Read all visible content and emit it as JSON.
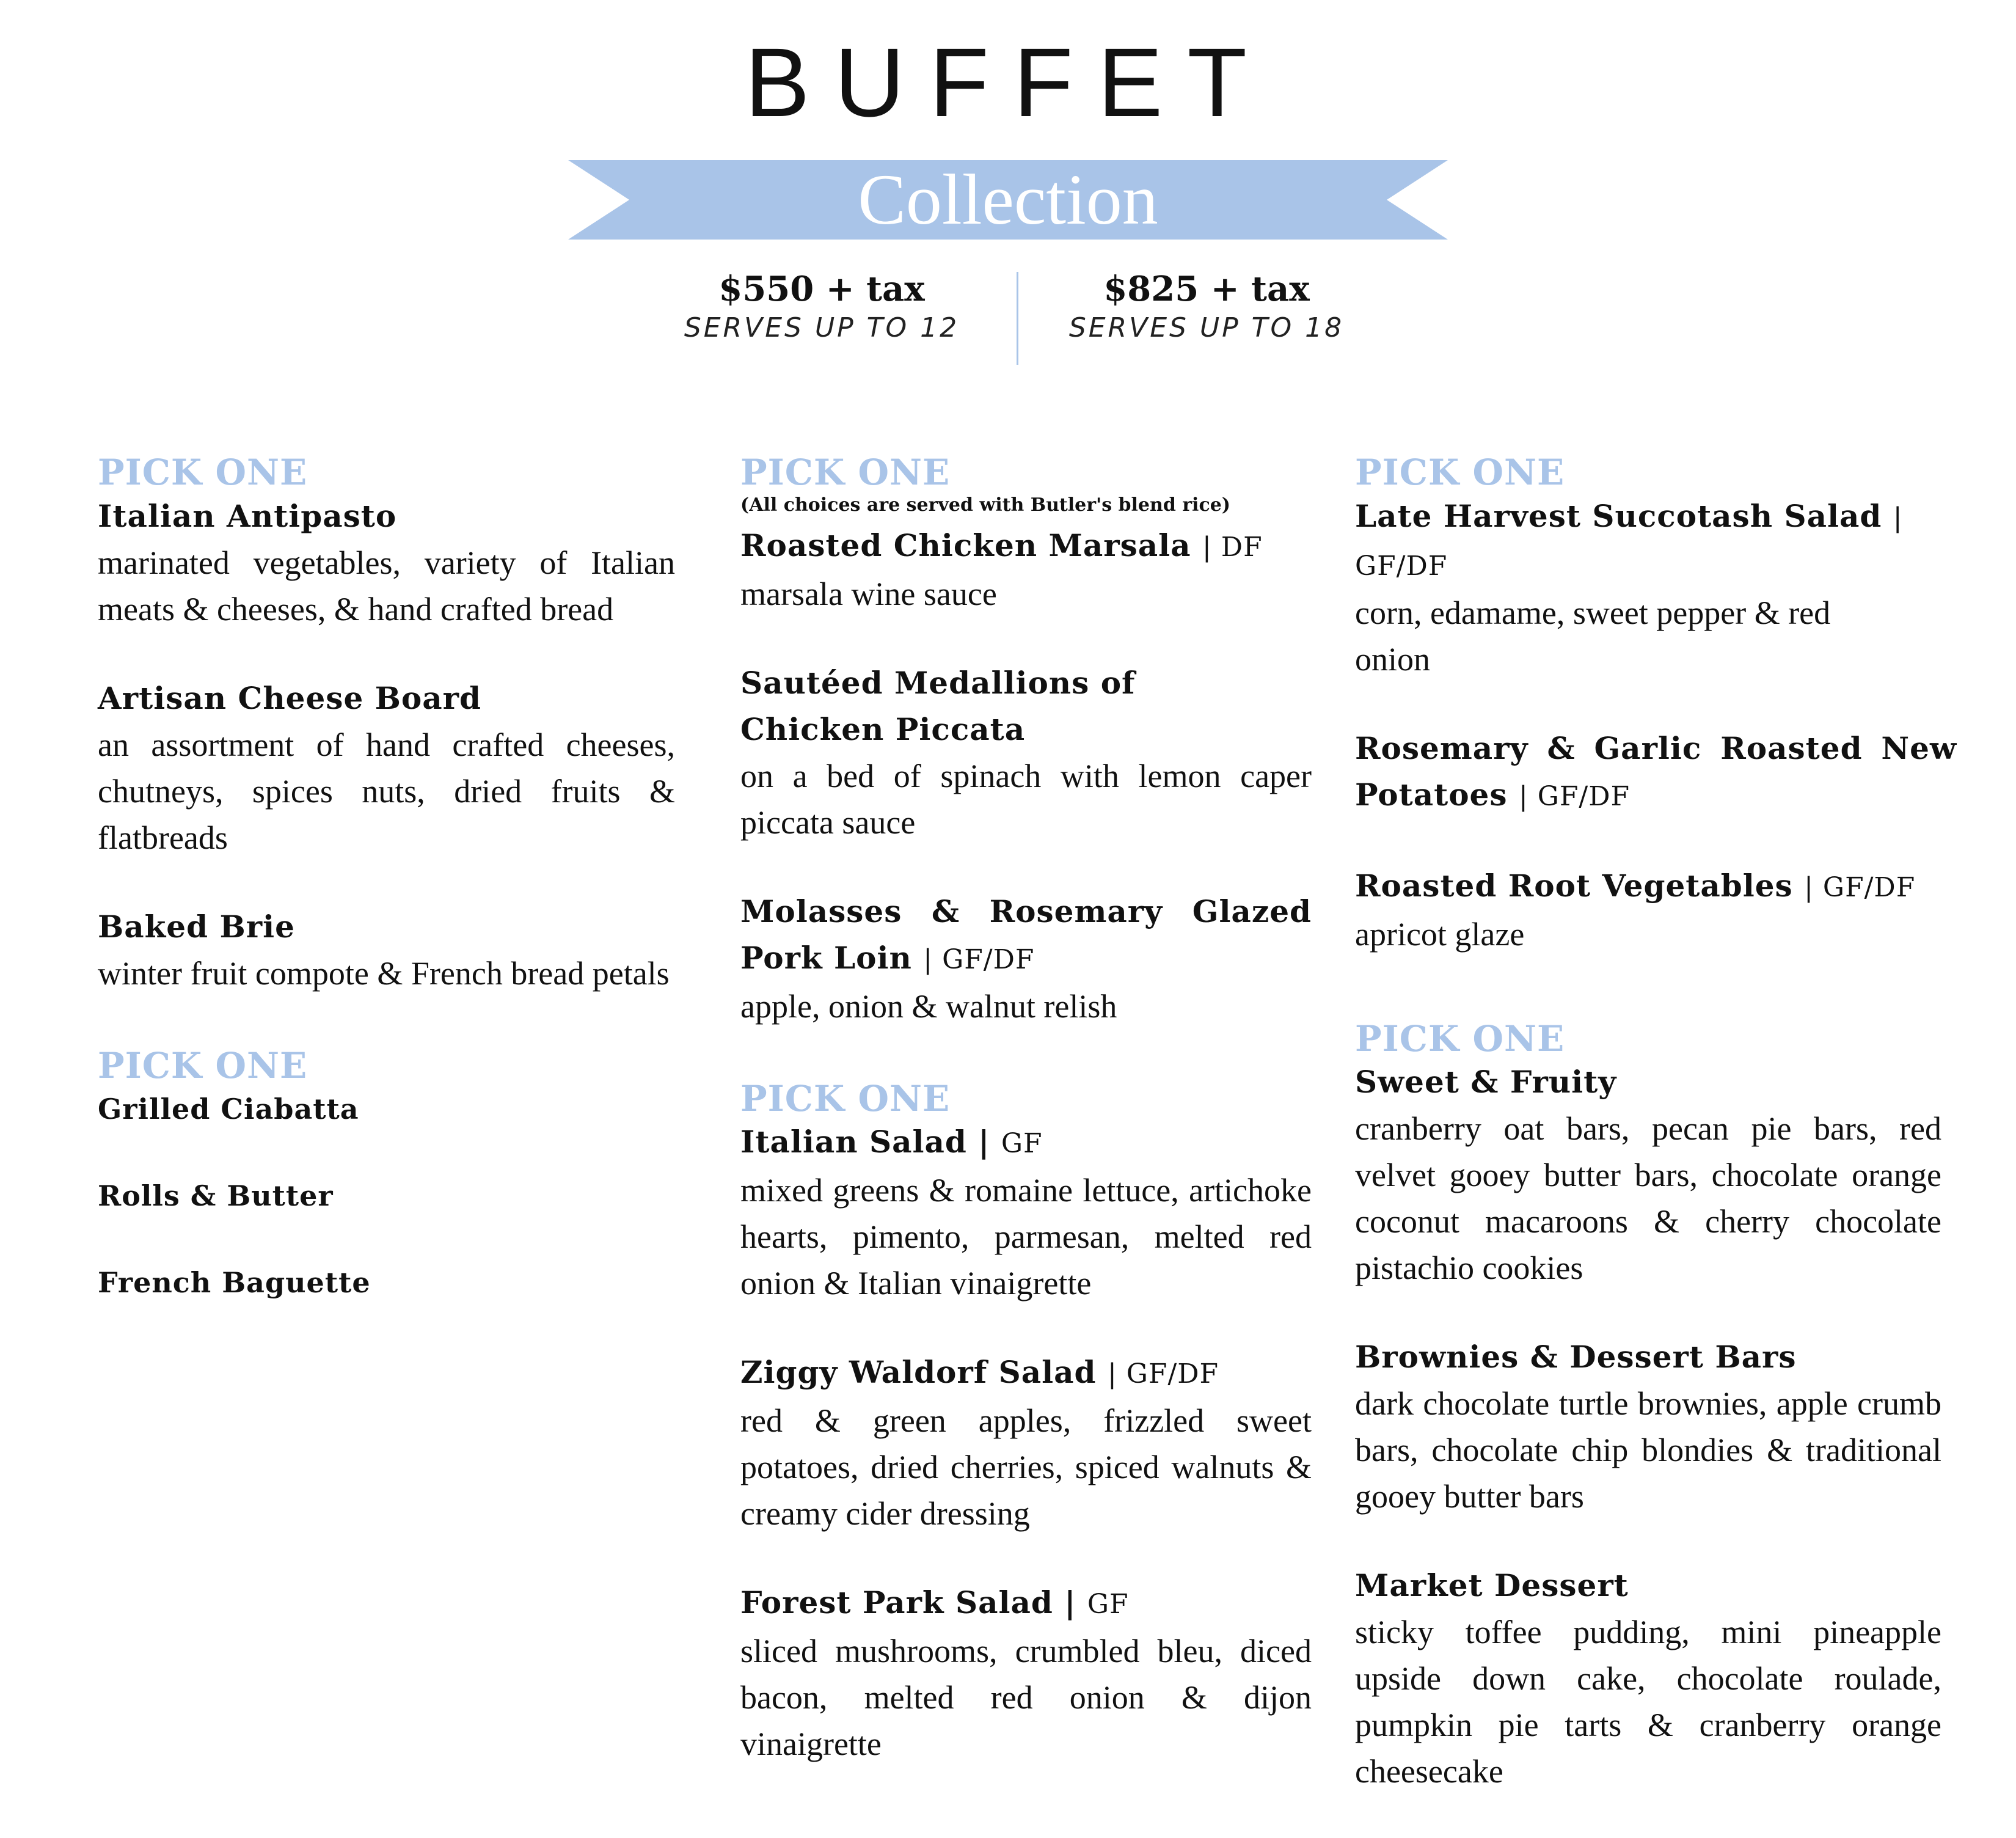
{
  "title": "BUFFET",
  "ribbon": {
    "label": "Collection",
    "color": "#a9c4e8"
  },
  "pricing": [
    {
      "price": "$550 + tax",
      "serves": "SERVES UP TO 12"
    },
    {
      "price": "$825 + tax",
      "serves": "SERVES UP TO 18"
    }
  ],
  "columns": {
    "col1": {
      "sections": [
        {
          "heading": "PICK ONE",
          "items": [
            {
              "name": "Italian Antipasto",
              "tag": "",
              "desc": "marinated vegetables, variety of Italian meats & cheeses, & hand crafted bread"
            },
            {
              "name": "Artisan Cheese Board",
              "tag": "",
              "desc": "an assortment of hand crafted cheeses, chutneys, spices nuts, dried fruits & flatbreads"
            },
            {
              "name": "Baked Brie",
              "tag": "",
              "desc": "winter fruit compote & French bread petals"
            }
          ]
        },
        {
          "heading": "PICK ONE",
          "simple_items": [
            "Grilled Ciabatta",
            "Rolls & Butter",
            "French Baguette"
          ]
        }
      ]
    },
    "col2": {
      "sections": [
        {
          "heading": "PICK ONE",
          "note": "(All choices are served with Butler's blend rice)",
          "items": [
            {
              "name": "Roasted Chicken Marsala",
              "tag": "| DF",
              "desc": "marsala wine sauce"
            },
            {
              "name": "Sautéed Medallions of Chicken Piccata",
              "tag": "",
              "desc": "on a bed of spinach with lemon caper piccata sauce"
            },
            {
              "name": "Molasses & Rosemary Glazed Pork Loin",
              "tag": "| GF/DF",
              "desc": "apple, onion & walnut relish"
            }
          ]
        },
        {
          "heading": "PICK ONE",
          "items": [
            {
              "name": "Italian Salad |",
              "tag": "GF",
              "desc": "mixed greens & romaine lettuce, artichoke hearts, pimento, parmesan, melted red onion & Italian vinaigrette"
            },
            {
              "name": "Ziggy Waldorf Salad",
              "tag": "| GF/DF",
              "desc": "red & green apples, frizzled sweet potatoes, dried cherries, spiced walnuts & creamy cider dressing"
            },
            {
              "name": "Forest Park Salad |",
              "tag": "GF",
              "desc": "sliced mushrooms, crumbled bleu, diced bacon, melted red onion & dijon vinaigrette"
            }
          ]
        }
      ]
    },
    "col3": {
      "sections": [
        {
          "heading": "PICK ONE",
          "items": [
            {
              "name": "Late Harvest Succotash Salad",
              "tag": "| GF/DF",
              "desc": "corn, edamame, sweet pepper & red onion"
            },
            {
              "name": "Rosemary & Garlic Roasted New Potatoes",
              "tag": "| GF/DF",
              "desc": ""
            },
            {
              "name": "Roasted Root Vegetables",
              "tag": "| GF/DF",
              "desc": "apricot glaze"
            }
          ]
        },
        {
          "heading": "PICK ONE",
          "items": [
            {
              "name": "Sweet & Fruity",
              "tag": "",
              "desc": "cranberry oat bars, pecan pie bars, red velvet gooey butter bars, chocolate orange coconut macaroons & cherry chocolate pistachio cookies"
            },
            {
              "name": "Brownies & Dessert Bars",
              "tag": "",
              "desc": "dark chocolate turtle brownies, apple crumb bars, chocolate chip blondies & traditional gooey butter bars"
            },
            {
              "name": "Market Dessert",
              "tag": "",
              "desc": "sticky toffee pudding, mini pineapple upside down cake, chocolate roulade, pumpkin pie tarts & cranberry orange cheesecake"
            }
          ]
        }
      ]
    }
  }
}
